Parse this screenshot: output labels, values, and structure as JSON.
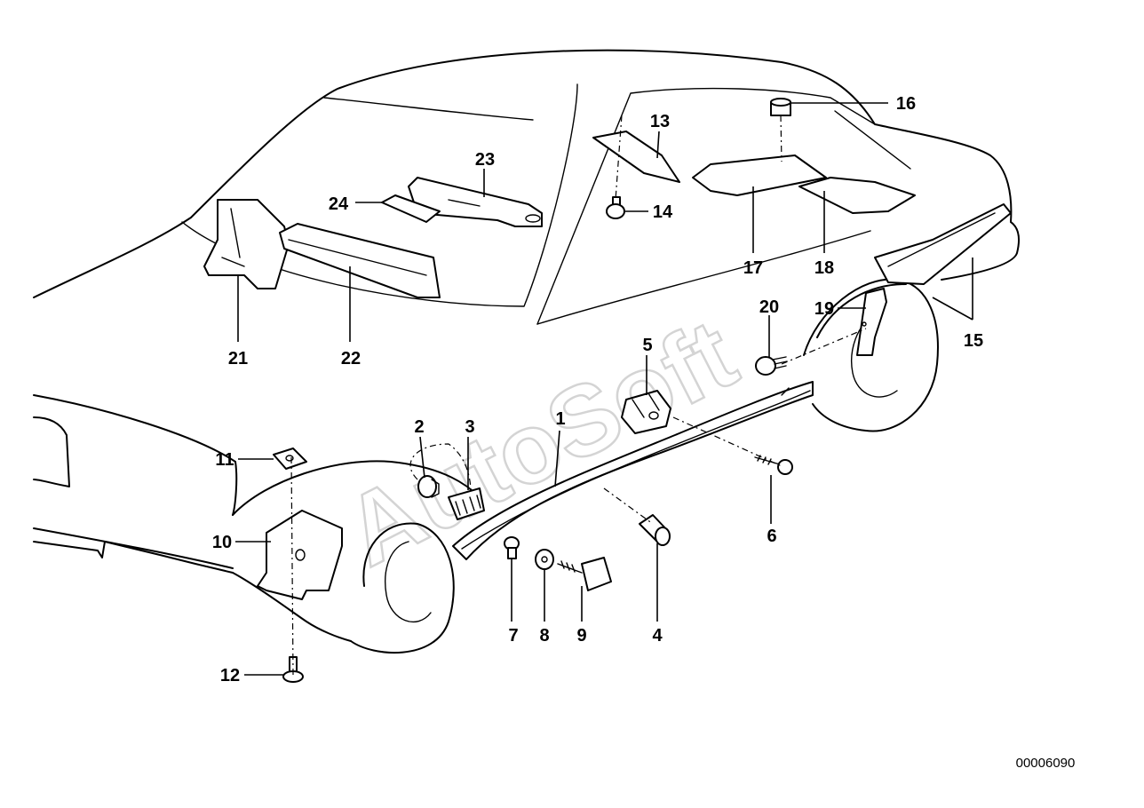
{
  "watermark": "AutoSoft",
  "document_id": "00006090",
  "callouts": {
    "c1": "1",
    "c2": "2",
    "c3": "3",
    "c4": "4",
    "c5": "5",
    "c6": "6",
    "c7": "7",
    "c8": "8",
    "c9": "9",
    "c10": "10",
    "c11": "11",
    "c12": "12",
    "c13": "13",
    "c14": "14",
    "c15": "15",
    "c16": "16",
    "c17": "17",
    "c18": "18",
    "c19": "19",
    "c20": "20",
    "c21": "21",
    "c22": "22",
    "c23": "23",
    "c24": "24"
  }
}
